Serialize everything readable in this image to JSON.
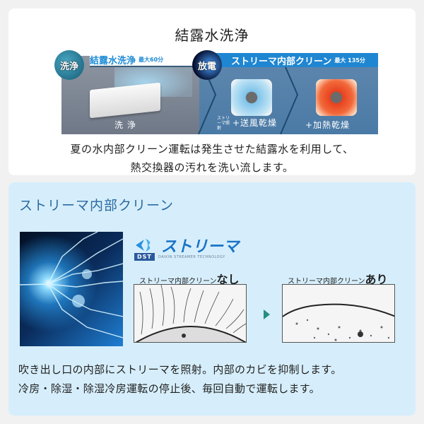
{
  "section_wash": {
    "title": "結露水洗浄",
    "diagram": {
      "circle_wash": "洗浄",
      "banner_wash": "結露水洗浄",
      "banner_wash_note": "最大60分",
      "circle_discharge": "放電",
      "banner_streamer": "ストリーマ内部クリーン",
      "banner_streamer_note": "最大 135分",
      "panel_wash_label": "洗 浄",
      "panel_fan_prefix": "ストリーマ照射",
      "panel_fan_label": "+送風乾燥",
      "panel_heat_label": "+加熱乾燥"
    },
    "description_line1": "夏の水内部クリーン運転は発生させた結露水を利用して、",
    "description_line2": "熱交換器の汚れを洗い流します。"
  },
  "section_streamer": {
    "title": "ストリーマ内部クリーン",
    "logo_text": "ストリーマ",
    "dst_badge": "DST",
    "dst_tagline": "DAIKIN STREAMER TECHNOLOGY",
    "before_label_prefix": "ストリーマ内部クリーン",
    "before_label_emph": "なし",
    "after_label_prefix": "ストリーマ内部クリーン",
    "after_label_emph": "あり",
    "description_line1": "吹き出し口の内部にストリーマを照射。内部のカビを抑制します。",
    "description_line2": "冷房・除湿・除湿冷房運転の停止後、毎回自動で運転します。"
  },
  "colors": {
    "page_bg": "#f1f1f1",
    "card_top_bg": "#ffffff",
    "card_bottom_bg": "#d6eefb",
    "accent_blue": "#1f86d2",
    "title_blue": "#2a6aa0",
    "arrow_teal": "#248f7e"
  }
}
